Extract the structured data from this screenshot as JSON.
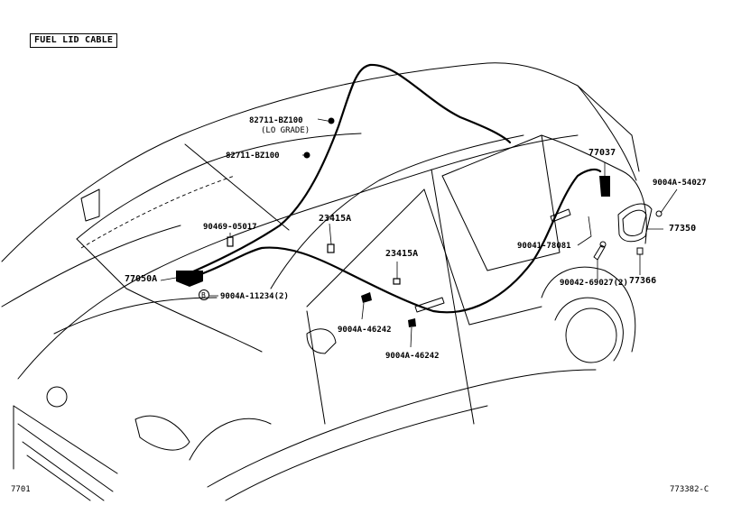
{
  "diagram": {
    "title": "FUEL LID CABLE",
    "ref_left": "7701",
    "ref_right": "773382-C",
    "labels": {
      "p82711_a": "82711-BZ100",
      "p82711_a_note": "(LO GRADE)",
      "p82711_b": "82711-BZ100",
      "p90469": "90469-05017",
      "p23415_a": "23415A",
      "p23415_b": "23415A",
      "p77050": "77050A",
      "p9004a_11234": "9004A-11234(2)",
      "circle_b": "B",
      "p9004a_46242_a": "9004A-46242",
      "p9004a_46242_b": "9004A-46242",
      "p77037": "77037",
      "p9004a_54027": "9004A-54027",
      "p77350": "77350",
      "p90041": "90041-78081",
      "p90042": "90042-69027(2)",
      "p77366": "77366"
    }
  }
}
